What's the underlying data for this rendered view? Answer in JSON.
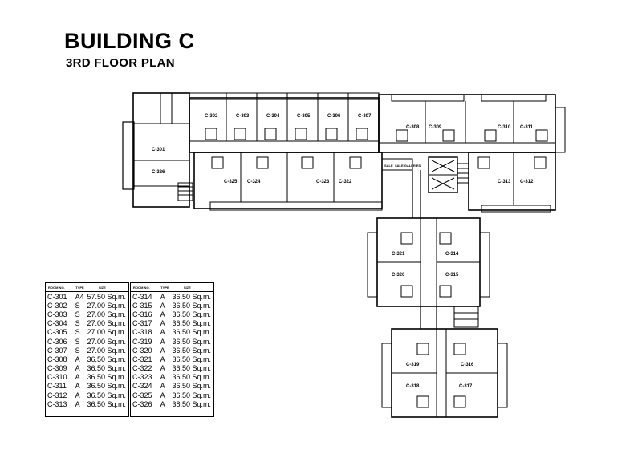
{
  "title": "BUILDING C",
  "subtitle": "3RD FLOOR PLAN",
  "annotations": {
    "left_small": "SALE",
    "right_small": "SALE GALERIES"
  },
  "schedule": {
    "headers": {
      "room": "ROOM NO.",
      "type": "TYPE",
      "size": "SIZE"
    },
    "left": [
      {
        "room": "C-301",
        "type": "A4",
        "size": "57.50  Sq.m."
      },
      {
        "room": "C-302",
        "type": "S",
        "size": "27.00  Sq.m."
      },
      {
        "room": "C-303",
        "type": "S",
        "size": "27.00  Sq.m."
      },
      {
        "room": "C-304",
        "type": "S",
        "size": "27.00  Sq.m."
      },
      {
        "room": "C-305",
        "type": "S",
        "size": "27.00  Sq.m."
      },
      {
        "room": "C-306",
        "type": "S",
        "size": "27.00  Sq.m."
      },
      {
        "room": "C-307",
        "type": "S",
        "size": "27.00  Sq.m."
      },
      {
        "room": "C-308",
        "type": "A",
        "size": "36.50  Sq.m."
      },
      {
        "room": "C-309",
        "type": "A",
        "size": "36.50  Sq.m."
      },
      {
        "room": "C-310",
        "type": "A",
        "size": "36.50  Sq.m."
      },
      {
        "room": "C-311",
        "type": "A",
        "size": "36.50  Sq.m."
      },
      {
        "room": "C-312",
        "type": "A",
        "size": "36.50  Sq.m."
      },
      {
        "room": "C-313",
        "type": "A",
        "size": "36.50  Sq.m."
      }
    ],
    "right": [
      {
        "room": "C-314",
        "type": "A",
        "size": "36.50  Sq.m."
      },
      {
        "room": "C-315",
        "type": "A",
        "size": "36.50  Sq.m."
      },
      {
        "room": "C-316",
        "type": "A",
        "size": "36.50  Sq.m."
      },
      {
        "room": "C-317",
        "type": "A",
        "size": "36.50  Sq.m."
      },
      {
        "room": "C-318",
        "type": "A",
        "size": "36.50  Sq.m."
      },
      {
        "room": "C-319",
        "type": "A",
        "size": "36.50  Sq.m."
      },
      {
        "room": "C-320",
        "type": "A",
        "size": "36.50  Sq.m."
      },
      {
        "room": "C-321",
        "type": "A",
        "size": "36.50  Sq.m."
      },
      {
        "room": "C-322",
        "type": "A",
        "size": "36.50  Sq.m."
      },
      {
        "room": "C-323",
        "type": "A",
        "size": "36.50  Sq.m."
      },
      {
        "room": "C-324",
        "type": "A",
        "size": "36.50  Sq.m."
      },
      {
        "room": "C-325",
        "type": "A",
        "size": "36.50  Sq.m."
      },
      {
        "room": "C-326",
        "type": "A",
        "size": "38.50  Sq.m."
      }
    ]
  },
  "rooms": {
    "c301": "C-301",
    "c302": "C-302",
    "c303": "C-303",
    "c304": "C-304",
    "c305": "C-305",
    "c306": "C-306",
    "c307": "C-307",
    "c308": "C-308",
    "c309": "C-309",
    "c310": "C-310",
    "c311": "C-311",
    "c312": "C-312",
    "c313": "C-313",
    "c314": "C-314",
    "c315": "C-315",
    "c316": "C-316",
    "c317": "C-317",
    "c318": "C-318",
    "c319": "C-319",
    "c320": "C-320",
    "c321": "C-321",
    "c322": "C-322",
    "c323": "C-323",
    "c324": "C-324",
    "c325": "C-325",
    "c326": "C-326"
  }
}
